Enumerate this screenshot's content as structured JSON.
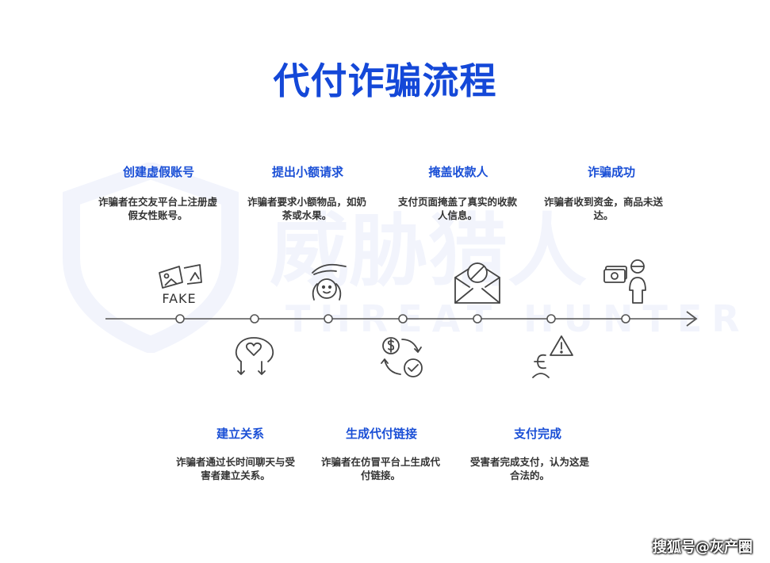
{
  "title": "代付诈骗流程",
  "watermark": {
    "cn": "威胁猎人",
    "en": "THREAT HUNTER"
  },
  "steps": [
    {
      "title": "创建虚假账号",
      "desc": "诈骗者在交友平台上注册虚假女性账号。",
      "icon": "fake-photo-icon",
      "icon_label": "FAKE"
    },
    {
      "title": "建立关系",
      "desc": "诈骗者通过长时间聊天与受害者建立关系。",
      "icon": "heart-exchange-icon"
    },
    {
      "title": "提出小额请求",
      "desc": "诈骗者要求小额物品，如奶茶或水果。",
      "icon": "person-requesting-icon"
    },
    {
      "title": "生成代付链接",
      "desc": "诈骗者在仿冒平台上生成代付链接。",
      "icon": "payment-cycle-icon"
    },
    {
      "title": "掩盖收款人",
      "desc": "支付页面掩盖了真实的收款人信息。",
      "icon": "blocked-envelope-icon"
    },
    {
      "title": "支付完成",
      "desc": "受害者完成支付，认为这是合法的。",
      "icon": "payment-warning-icon"
    },
    {
      "title": "诈骗成功",
      "desc": "诈骗者收到资金，商品未送达。",
      "icon": "money-received-icon"
    }
  ],
  "footer": "搜狐号@灰产圈",
  "colors": {
    "accent": "#1448d8",
    "line": "#555555",
    "text": "#333333"
  }
}
